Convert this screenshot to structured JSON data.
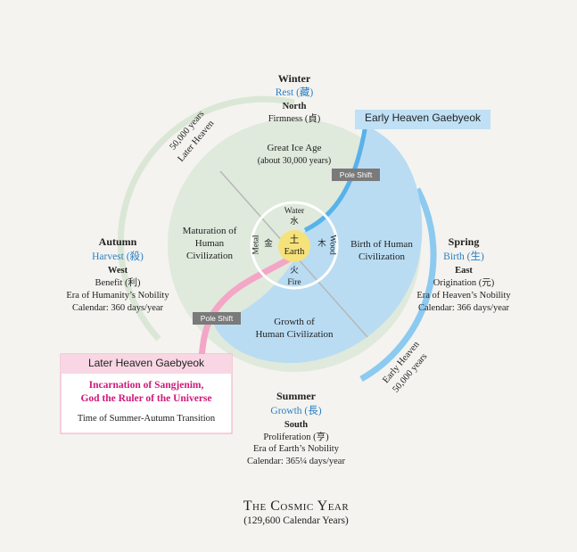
{
  "winter": {
    "season": "Winter",
    "principle": "Rest (藏)",
    "direction": "North",
    "virtue": "Firmness (貞)"
  },
  "spring": {
    "season": "Spring",
    "principle": "Birth (生)",
    "direction": "East",
    "virtue": "Origination (元)",
    "era": "Era of Heaven’s Nobility",
    "calendar": "Calendar: 366 days/year"
  },
  "summer": {
    "season": "Summer",
    "principle": "Growth (長)",
    "direction": "South",
    "virtue": "Proliferation (亨)",
    "era": "Era of Earth’s Nobility",
    "calendar": "Calendar: 365¼ days/year"
  },
  "autumn": {
    "season": "Autumn",
    "principle": "Harvest (殺)",
    "direction": "West",
    "virtue": "Benefit (利)",
    "era": "Era of Humanity’s Nobility",
    "calendar": "Calendar: 360 days/year"
  },
  "center": {
    "hanja": "土",
    "label": "Earth"
  },
  "elements": {
    "water_en": "Water",
    "water_hz": "水",
    "fire_hz": "火",
    "fire_en": "Fire",
    "metal_en": "Metal",
    "metal_hz": "金",
    "wood_en": "Wood",
    "wood_hz": "木"
  },
  "quadrants": {
    "ice_age_1": "Great Ice Age",
    "ice_age_2": "(about 30,000 years)",
    "birth_1": "Birth of Human",
    "birth_2": "Civilization",
    "growth_1": "Growth of",
    "growth_2": "Human Civilization",
    "maturation_1": "Maturation of",
    "maturation_2": "Human",
    "maturation_3": "Civilization"
  },
  "arcs": {
    "later_1": "50,000 years",
    "later_2": "Later Heaven",
    "early_1": "Early Heaven",
    "early_2": "50,000 years"
  },
  "pole_shift": "Pole Shift",
  "early_box": "Early Heaven Gaebyeok",
  "later_box": {
    "title": "Later Heaven Gaebyeok",
    "line1": "Incarnation of Sangjenim,",
    "line2": "God the Ruler of the Universe",
    "note": "Time of Summer-Autumn Transition"
  },
  "footer": {
    "title": "The Cosmic Year",
    "subtitle": "(129,600 Calendar Years)"
  },
  "colors": {
    "green": "#dfe9dc",
    "blue": "#b9dcf3",
    "pink": "#f4a6c6",
    "magenta": "#d0187a",
    "accent_blue": "#2a7fc4",
    "sun": "#f6e27a"
  }
}
